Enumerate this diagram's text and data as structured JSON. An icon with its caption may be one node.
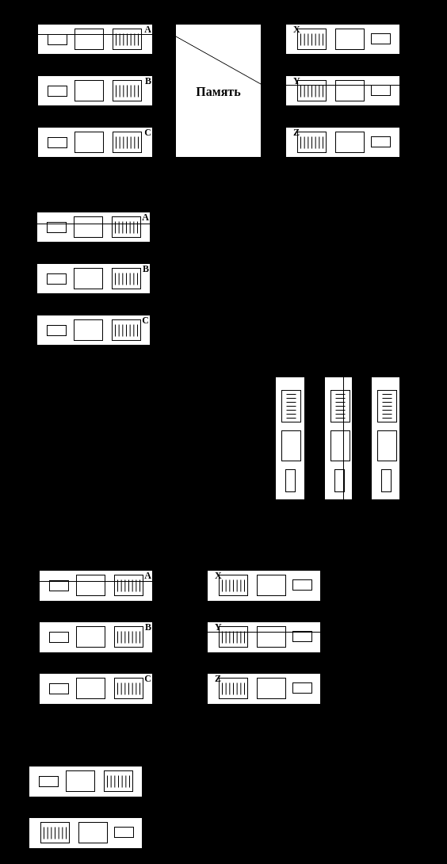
{
  "diagram": {
    "nodes": [
      {
        "text": [
          "A"
        ]
      },
      {
        "text": [
          "Память"
        ]
      },
      {
        "text": [
          "X"
        ]
      },
      {
        "text": [
          "B"
        ]
      },
      {
        "text": [
          "Y"
        ]
      },
      {
        "text": [
          "C"
        ]
      },
      {
        "text": [
          "Z"
        ]
      },
      {
        "text": [
          "A"
        ]
      },
      {
        "text": [
          "B"
        ]
      },
      {
        "text": [
          "C"
        ]
      },
      {
        "text": [],
        "shape": "box"
      },
      {
        "text": [],
        "shape": "box"
      },
      {
        "text": [],
        "shape": "box"
      },
      {
        "text": [
          "A"
        ]
      },
      {
        "text": [
          "X"
        ]
      },
      {
        "text": [
          "B"
        ]
      },
      {
        "text": [
          "Y"
        ]
      },
      {
        "text": [
          "C"
        ]
      },
      {
        "text": [
          "Z"
        ]
      },
      {
        "text": [],
        "shape": "box"
      },
      {
        "text": [],
        "shape": "box"
      }
    ]
  }
}
